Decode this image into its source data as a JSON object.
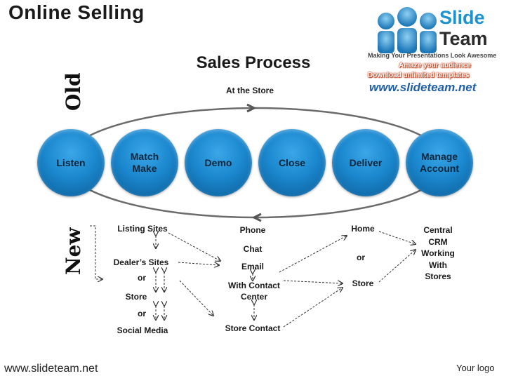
{
  "header": {
    "title": "Online Selling"
  },
  "diagram": {
    "title": "Sales Process",
    "old_label": "Old",
    "new_label": "New",
    "at_store_label": "At the Store",
    "steps": [
      {
        "label": "Listen"
      },
      {
        "label": "Match\nMake"
      },
      {
        "label": "Demo"
      },
      {
        "label": "Close"
      },
      {
        "label": "Deliver"
      },
      {
        "label": "Manage\nAccount"
      }
    ],
    "new_channels": {
      "listing_sites": "Listing Sites",
      "dealers_sites": "Dealer’s Sites",
      "or_1": "or",
      "store": "Store",
      "or_2": "or",
      "social_media": "Social Media",
      "phone": "Phone",
      "chat": "Chat",
      "email": "Email",
      "with_contact_center": "With Contact\nCenter",
      "store_contact": "Store Contact",
      "home": "Home",
      "or_3": "or",
      "store_deliver": "Store",
      "manage_text": "Central\nCRM\nWorking\nWith\nStores"
    }
  },
  "brand": {
    "logo_slide": "Slide",
    "logo_team": "Team",
    "tagline": "Making Your Presentations Look Awesome",
    "promo_1": "Amaze your audience",
    "promo_2": "Download unlimited templates",
    "website": "www.slideteam.net",
    "accent_color": "#1d92d0",
    "promo_color": "#c03a12"
  },
  "footer": {
    "url": "www.slideteam.net",
    "your_logo": "Your logo"
  }
}
